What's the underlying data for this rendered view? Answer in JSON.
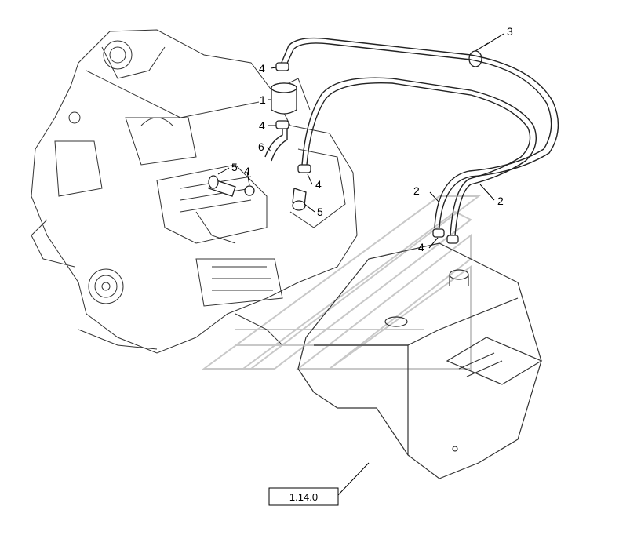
{
  "callouts": {
    "c1": "1",
    "c2a": "2",
    "c2b": "2",
    "c3": "3",
    "c4a": "4",
    "c4b": "4",
    "c4c": "4",
    "c4d": "4",
    "c4e": "4",
    "c5a": "5",
    "c5b": "5",
    "c6": "6"
  },
  "reference_box": {
    "label": "1.14.0"
  }
}
